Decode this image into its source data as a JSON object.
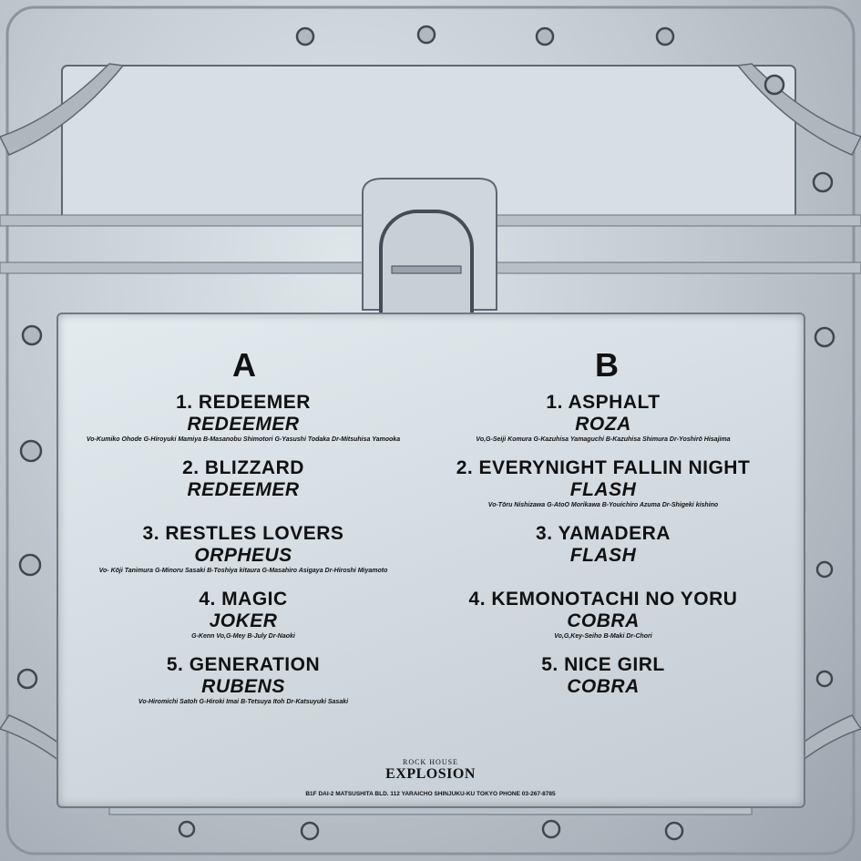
{
  "side_a": {
    "letter": "A",
    "tracks": [
      {
        "title": "1. REDEEMER",
        "band": "REDEEMER",
        "credit": "Vo-Kumiko Ohode G-Hiroyuki Mamiya B-Masanobu Shimotori G-Yasushi Todaka Dr-Mitsuhisa Yamooka"
      },
      {
        "title": "2. BLIZZARD",
        "band": "REDEEMER",
        "credit": ""
      },
      {
        "title": "3. RESTLES LOVERS",
        "band": "ORPHEUS",
        "credit": "Vo- Kōji Tanimura G-Minoru Sasaki B-Toshiya kitaura G-Masahiro Asigaya Dr-Hiroshi Miyamoto"
      },
      {
        "title": "4. MAGIC",
        "band": "JOKER",
        "credit": "G-Kenn Vo,G-Mey B-July Dr-Naoki"
      },
      {
        "title": "5. GENERATION",
        "band": "RUBENS",
        "credit": "Vo-Hiromichi Satoh G-Hiroki Imai B-Tetsuya Itoh Dr-Katsuyuki Sasaki"
      }
    ]
  },
  "side_b": {
    "letter": "B",
    "tracks": [
      {
        "title": "1. ASPHALT",
        "band": "ROZA",
        "credit": "Vo,G-Seiji Komura G-Kazuhisa Yamaguchi B-Kazuhisa Shimura Dr-Yoshirō Hisajima"
      },
      {
        "title": "2. EVERYNIGHT FALLIN NIGHT",
        "band": "FLASH",
        "credit": "Vo-Tōru Nishizawa G-AtoO Morikawa B-Youichiro Azuma Dr-Shigeki kishino"
      },
      {
        "title": "3. YAMADERA",
        "band": "FLASH",
        "credit": ""
      },
      {
        "title": "4. KEMONOTACHI NO YORU",
        "band": "COBRA",
        "credit": "Vo,G,Key-Seiho B-Maki Dr-Chori"
      },
      {
        "title": "5. NICE GIRL",
        "band": "COBRA",
        "credit": ""
      }
    ]
  },
  "logo": {
    "top": "ROCK HOUSE",
    "main": "EXPLOSION"
  },
  "address": "B1F DAI-2 MATSUSHITA BLD. 112 YARAICHO SHINJUKU-KU TOKYO PHONE 03-267-8785"
}
